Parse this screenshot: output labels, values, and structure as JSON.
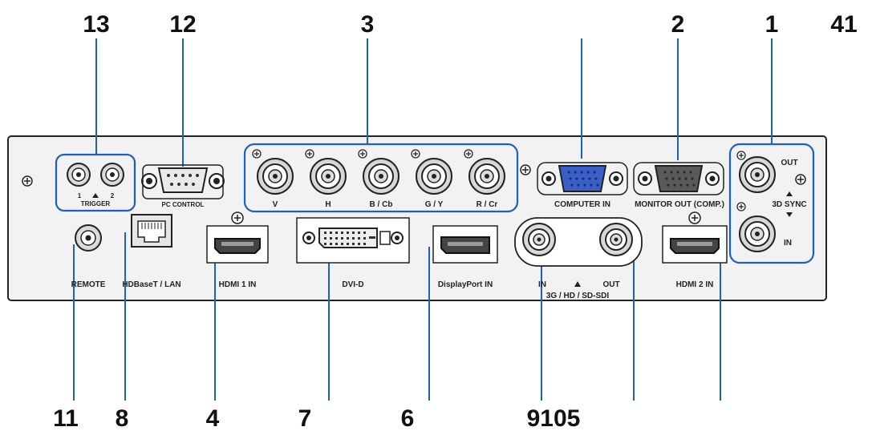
{
  "callout_numbers": {
    "n13": "13",
    "n12": "12",
    "n3": "3",
    "n2": "2",
    "n1": "1",
    "n41": "41",
    "n11": "11",
    "n8": "8",
    "n4": "4",
    "n7": "7",
    "n6": "6",
    "n9105": "9105"
  },
  "port_labels": {
    "trigger": "TRIGGER",
    "trigger_1": "1",
    "trigger_2": "2",
    "pc_control": "PC CONTROL",
    "v": "V",
    "h": "H",
    "b_cb": "B / Cb",
    "g_y": "G / Y",
    "r_cr": "R / Cr",
    "computer_in": "COMPUTER IN",
    "monitor_out": "MONITOR OUT (COMP.)",
    "sync_out": "OUT",
    "sync_3d": "3D SYNC",
    "sync_in": "IN",
    "remote": "REMOTE",
    "hdbaset_lan": "HDBaseT / LAN",
    "hdmi1_in": "HDMI 1 IN",
    "dvi_d": "DVI-D",
    "displayport_in": "DisplayPort IN",
    "sdi_in": "IN",
    "sdi_out": "OUT",
    "sdi_label": "3G / HD / SD-SDI",
    "hdmi2_in": "HDMI 2 IN"
  },
  "colors": {
    "accent_blue": "#1f5fbf",
    "vga_blue": "#3a5fc8",
    "panel": "#f2f2f2",
    "outline": "#222222"
  }
}
